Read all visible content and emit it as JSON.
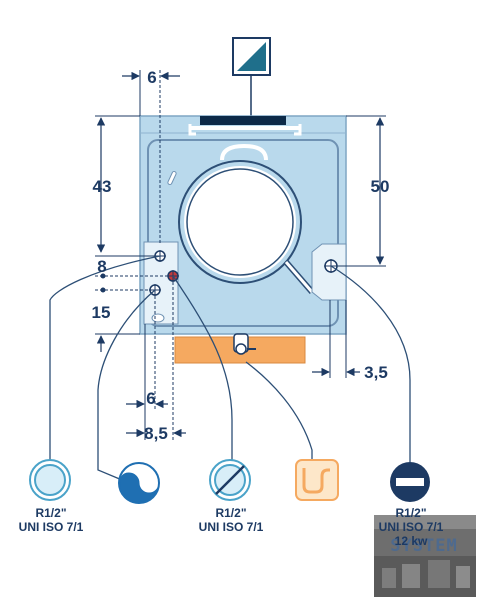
{
  "dimensions": {
    "d6_top": "6",
    "d43": "43",
    "d8": "8",
    "d15": "15",
    "d50": "50",
    "d3_5": "3,5",
    "d6_bottom": "6",
    "d8_5": "8,5"
  },
  "captions": {
    "cold_water": {
      "line1": "R1/2\"",
      "line2": "UNI ISO 7/1"
    },
    "hot_water": {
      "line1": "R1/2\"",
      "line2": "UNI ISO 7/1"
    },
    "electric": {
      "line1": "R1/2\"",
      "line2": "UNI ISO 7/1",
      "line3": "12 kw"
    }
  },
  "watermark": {
    "text": "SYSTEM"
  },
  "icons": [
    "heating-symbol-icon",
    "cold-water-icon",
    "water-softener-icon",
    "hot-water-icon",
    "drain-icon",
    "electrical-supply-icon"
  ],
  "colors": {
    "appliance_blue": "#b9d9ec",
    "drain_orange": "#f5a960",
    "line_navy": "#1d3a63",
    "water_blue": "#4aa3c9"
  }
}
